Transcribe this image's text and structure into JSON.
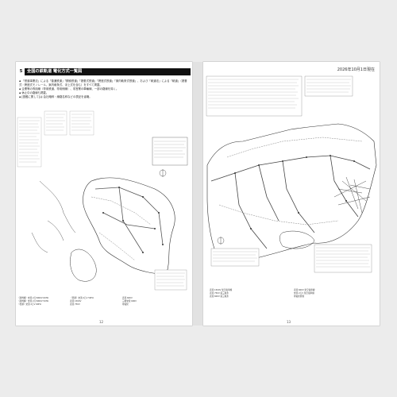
{
  "header": {
    "section_number": "5",
    "title": "全国の鉄軌道 電化方式一覧図",
    "date": "2026年10月1日現在"
  },
  "notes": [
    "「鉄道事業法」による「普通鉄道」「鋼索鉄道」「懸垂式鉄道」「跨座式鉄道」「案内軌条式鉄道」、および「軌道法」による「軌道」（懸垂式・跨座式モノレール、案内軌条式、浮上式を含む）をすべて掲載。",
    "企業等の専用線（専用鉄道、専用側線）、非営業の車輛線、一部の路線を除く。",
    "休止中の路線も掲載。",
    "[図鑑に関して]は 会社略称・線路名称などの表記を省略。"
  ],
  "legend": {
    "items": [
      "（新幹線）交流 2万5000V 60Hz",
      "（新幹線）交流 2万5000V 50Hz",
      "（普通）交流 2万V 60Hz",
      "（普通）交流 2万V 50Hz",
      "直流 1500V",
      "直流 750V",
      "直流 600V",
      "三相交流 600V",
      "非電化"
    ]
  },
  "right_legend": {
    "items": [
      "直流 1500V 架空電車線",
      "直流 750V 第三軌条",
      "直流 600V 第三軌条",
      "直流 600V 架空電車線",
      "交流 2万V 架空電車線",
      "非電化区間"
    ]
  },
  "page_numbers": {
    "left": "12",
    "right": "13"
  }
}
